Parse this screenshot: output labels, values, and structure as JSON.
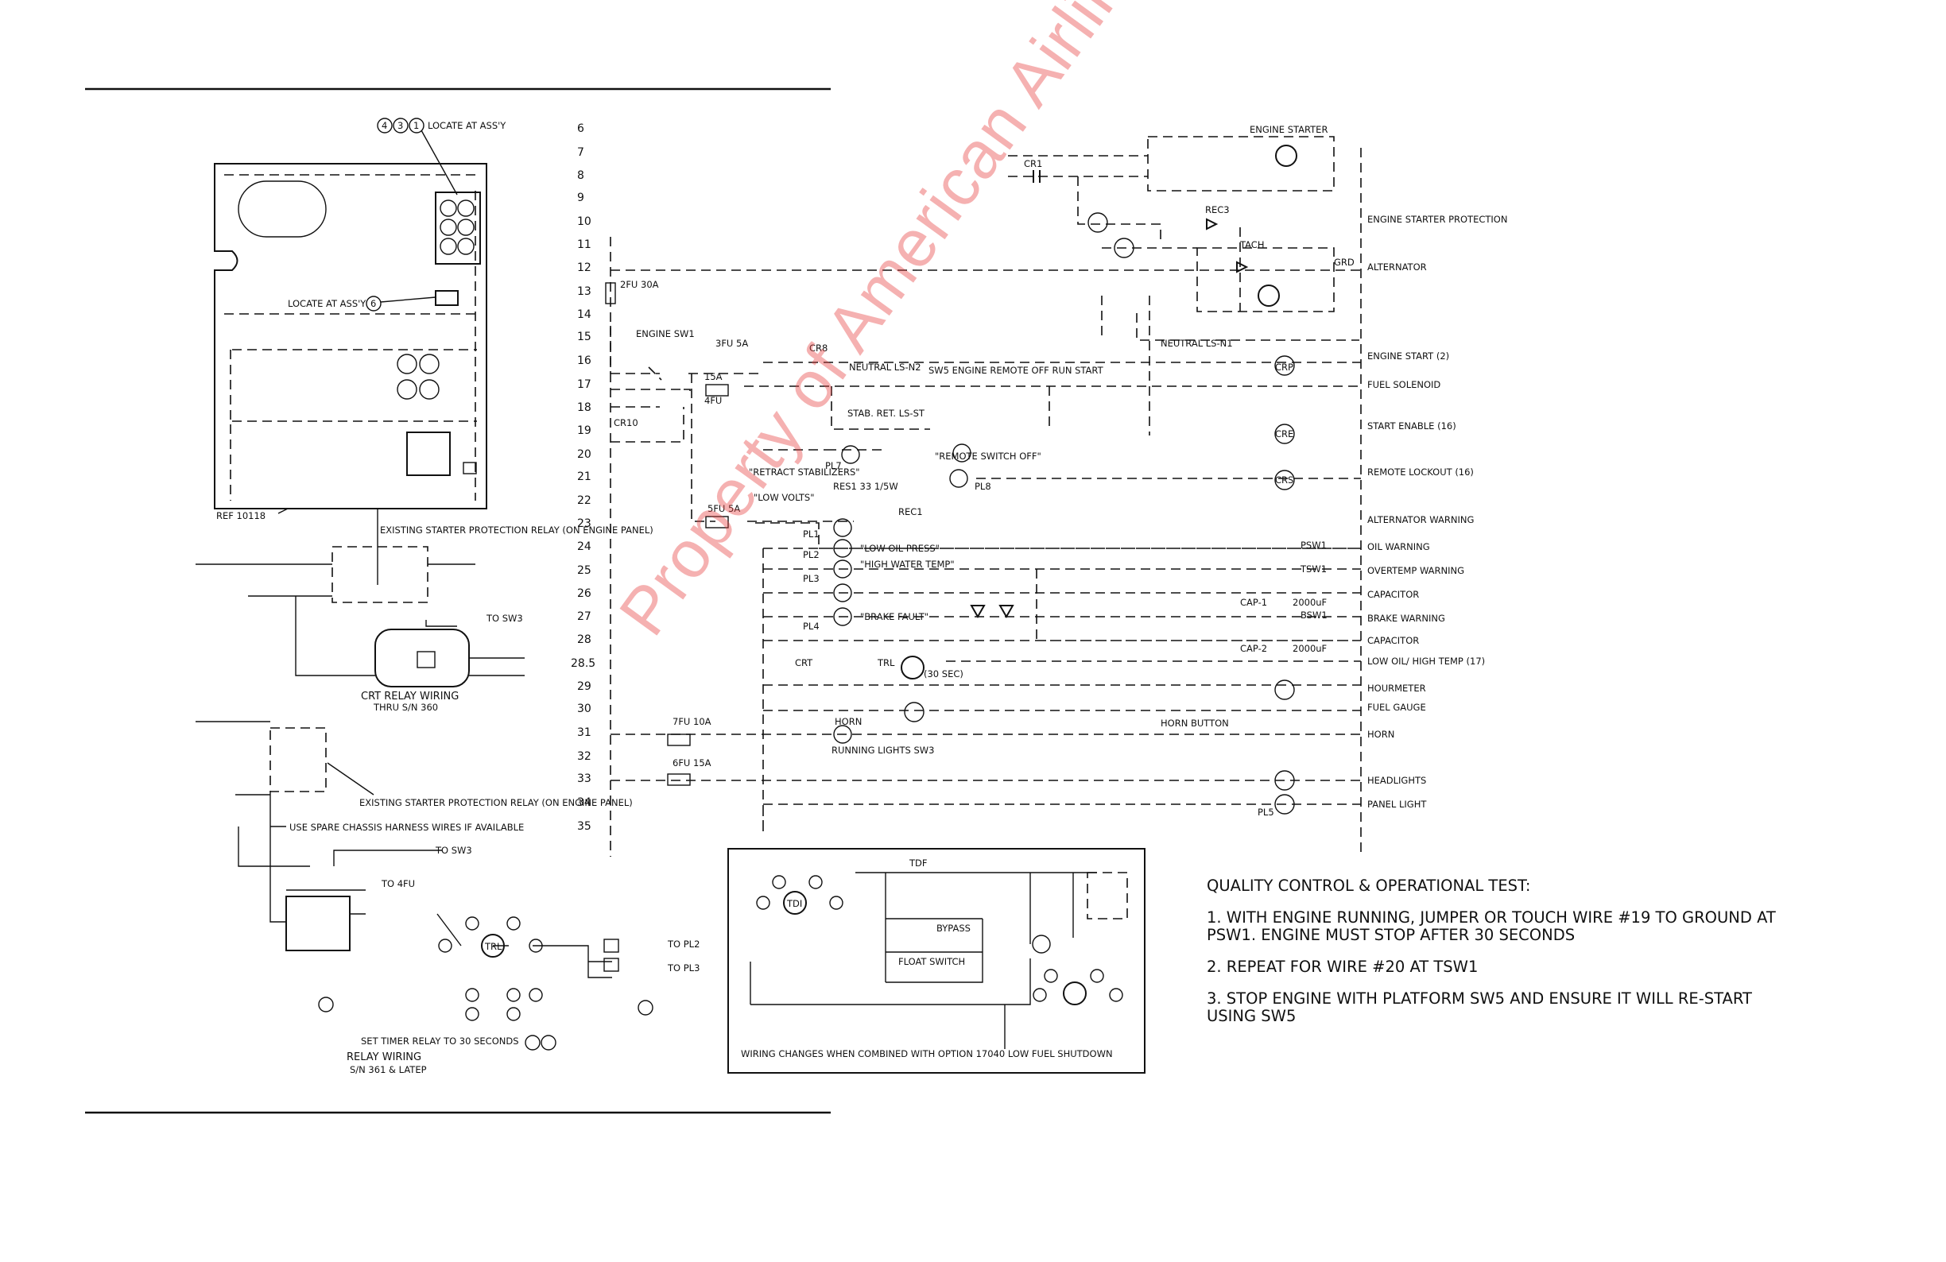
{
  "watermark": "Property of American Airlines",
  "line_numbers": [
    "6",
    "7",
    "8",
    "9",
    "10",
    "11",
    "12",
    "13",
    "14",
    "15",
    "16",
    "17",
    "18",
    "19",
    "20",
    "21",
    "22",
    "23",
    "24",
    "25",
    "26",
    "27",
    "28",
    "28.5",
    "29",
    "30",
    "31",
    "32",
    "33",
    "34",
    "35"
  ],
  "circuit_labels": [
    "ENGINE STARTER PROTECTION",
    "ALTERNATOR",
    "ENGINE START (2)",
    "FUEL SOLENOID",
    "START ENABLE (16)",
    "REMOTE LOCKOUT (16)",
    "ALTERNATOR WARNING",
    "OIL WARNING",
    "OVERTEMP WARNING",
    "CAPACITOR",
    "BRAKE WARNING",
    "CAPACITOR",
    "LOW OIL/ HIGH TEMP (17)",
    "HOURMETER",
    "FUEL GAUGE",
    "HORN",
    "HEADLIGHTS",
    "PANEL LIGHT"
  ],
  "schematic": {
    "engine_starter": "ENGINE STARTER",
    "fuse_2fu": "2FU 30A",
    "engine_sw1": "ENGINE SW1",
    "fuse_3fu": "3FU 5A",
    "fuse_4fu": "4FU",
    "fuse_15a": "15A",
    "fuse_5fu": "5FU 5A",
    "fuse_7fu": "7FU 10A",
    "fuse_6fu": "6FU 15A",
    "cr8": "CR8",
    "cr1": "CR1",
    "cr10": "CR10",
    "rec3": "REC3",
    "rec1": "REC1",
    "res1": "RES1 33 1/5W",
    "tach": "TACH",
    "trl": "TRL",
    "trl_time": "(30 SEC)",
    "neutral_ls_n2": "NEUTRAL LS-N2",
    "neutral_ls_n1": "NEUTRAL LS-N1",
    "stab_ret": "STAB. RET. LS-ST",
    "sw5": "SW5 ENGINE REMOTE OFF RUN START",
    "remote_off": "\"REMOTE SWITCH OFF\"",
    "retract": "\"RETRACT STABILIZERS\"",
    "low_volts": "\"LOW VOLTS\"",
    "low_oil": "\"LOW OIL PRESS\"",
    "high_water": "\"HIGH WATER TEMP\"",
    "brake_fault": "\"BRAKE FAULT\"",
    "horn_button": "HORN BUTTON",
    "horn": "HORN",
    "running_lights": "RUNNING LIGHTS SW3",
    "cap1": "CAP-1",
    "cap2": "CAP-2",
    "cap_value": "2000uF",
    "psw1": "PSW1",
    "tsw1": "TSW1",
    "bsw1": "BSW1",
    "crt": "CRT",
    "crp": "CRP",
    "cre": "CRE",
    "crs": "CRS",
    "pl1": "PL1",
    "pl2": "PL2",
    "pl3": "PL3",
    "pl4": "PL4",
    "pl5": "PL5",
    "pl7": "PL7",
    "pl8": "PL8",
    "grd": "GRD"
  },
  "left_notes": {
    "locate1": "LOCATE AT ASS'Y",
    "locate2": "LOCATE AT ASS'Y",
    "ref": "REF 10118",
    "existing1": "EXISTING STARTER PROTECTION RELAY (ON ENGINE PANEL)",
    "existing2": "EXISTING STARTER PROTECTION RELAY (ON ENGINE PANEL)",
    "crt_title": "CRT RELAY WIRING",
    "crt_sub": "THRU S/N 360",
    "to_sw3": "TO SW3",
    "to_sw3b": "TO SW3",
    "spare": "USE SPARE CHASSIS HARNESS WIRES IF AVAILABLE",
    "to_4fu": "TO 4FU",
    "to_pl2": "TO PL2",
    "to_pl3": "TO PL3",
    "set_timer": "SET TIMER RELAY TO 30 SECONDS",
    "relay_title": "RELAY WIRING",
    "relay_sub": "S/N 361 & LATEP"
  },
  "option_box": {
    "caption": "WIRING CHANGES WHEN COMBINED WITH OPTION 17040 LOW FUEL SHUTDOWN",
    "tdf": "TDF",
    "tdi": "TDI",
    "bypass": "BYPASS",
    "float": "FLOAT SWITCH"
  },
  "qc": {
    "title": "QUALITY CONTROL & OPERATIONAL TEST:",
    "steps": [
      "1. WITH ENGINE RUNNING, JUMPER OR TOUCH WIRE #19 TO GROUND AT PSW1. ENGINE MUST STOP AFTER 30 SECONDS",
      "2. REPEAT FOR WIRE #20 AT TSW1",
      "3. STOP ENGINE WITH PLATFORM SW5 AND ENSURE IT WILL RE-START USING SW5"
    ]
  }
}
